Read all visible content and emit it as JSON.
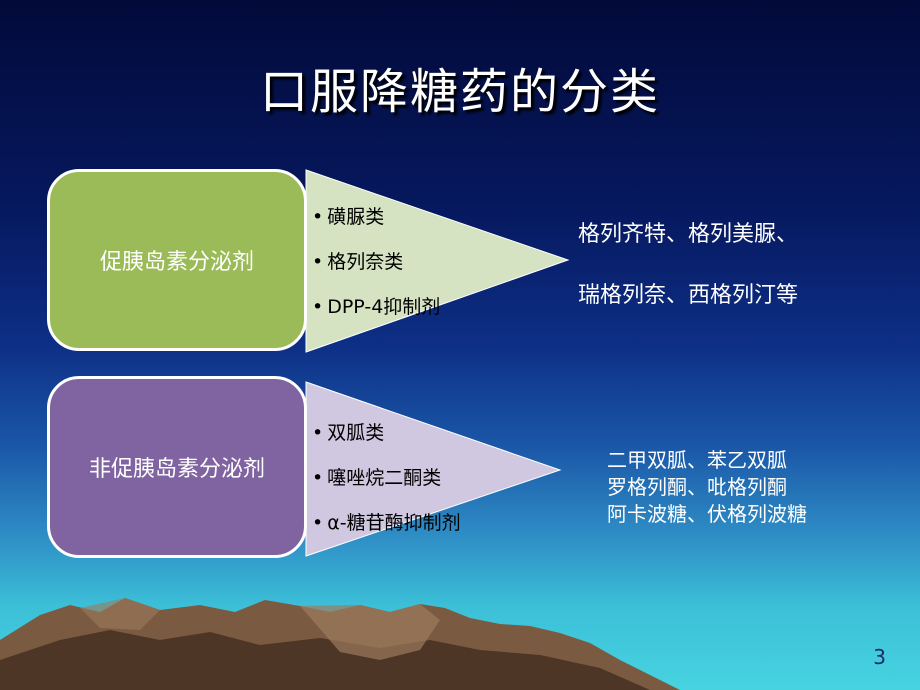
{
  "slide": {
    "title": "口服降糖药的分类",
    "page_number": "3"
  },
  "group1": {
    "label": "促胰岛素分泌剂",
    "color": "#9bbb59",
    "items": [
      "磺脲类",
      "格列奈类",
      "DPP-4抑制剂"
    ],
    "examples": [
      "格列齐特、格列美脲、",
      "瑞格列奈、西格列汀等"
    ]
  },
  "group2": {
    "label": "非促胰岛素分泌剂",
    "color": "#8064a2",
    "items": [
      "双胍类",
      "噻唑烷二酮类",
      "α-糖苷酶抑制剂"
    ],
    "examples": [
      "二甲双胍、苯乙双胍",
      "罗格列酮、吡格列酮",
      "阿卡波糖、伏格列波糖"
    ]
  }
}
